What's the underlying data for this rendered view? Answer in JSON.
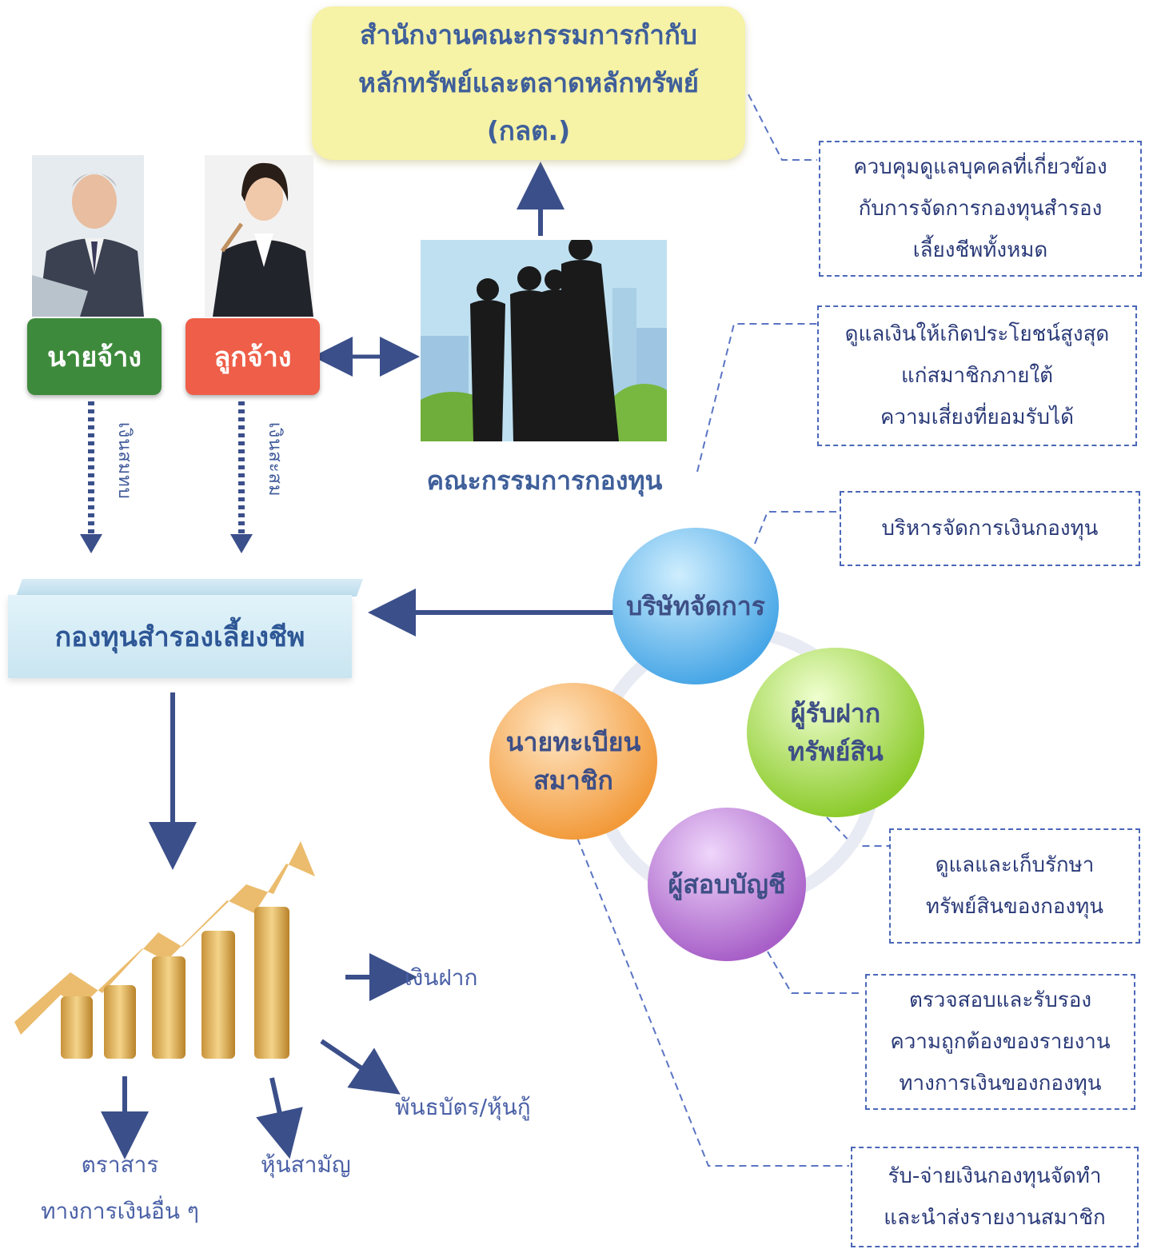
{
  "sec": {
    "line1": "สำนักงานคณะกรรมการกำกับ",
    "line2": "หลักทรัพย์และตลาดหลักทรัพย์",
    "line3": "(กลต.)"
  },
  "notes": {
    "sec_role": [
      "ควบคุมดูแลบุคคลที่เกี่ยวข้อง",
      "กับการจัดการกองทุนสำรอง",
      "เลี้ยงชีพทั้งหมด"
    ],
    "committee_role": [
      "ดูแลเงินให้เกิดประโยชน์สูงสุด",
      "แก่สมาชิกภายใต้",
      "ความเสี่ยงที่ยอมรับได้"
    ],
    "manager_role": [
      "บริหารจัดการเงินกองทุน"
    ],
    "custodian_role": [
      "ดูแลและเก็บรักษา",
      "ทรัพย์สินของกองทุน"
    ],
    "auditor_role": [
      "ตรวจสอบและรับรอง",
      "ความถูกต้องของรายงาน",
      "ทางการเงินของกองทุน"
    ],
    "registrar_role": [
      "รับ-จ่ายเงินกองทุนจัดทำ",
      "และนำส่งรายงานสมาชิก"
    ]
  },
  "employer": {
    "label": "นายจ้าง",
    "flow": "เงินสมทบ",
    "color": "#3e8a3c"
  },
  "employee": {
    "label": "ลูกจ้าง",
    "flow": "เงินสะสม",
    "color": "#ee5e48"
  },
  "committee": {
    "label": "คณะกรรมการกองทุน"
  },
  "fund": {
    "label": "กองทุนสำรองเลี้ยงชีพ"
  },
  "circles": {
    "manager": {
      "label": "บริษัทจัดการ",
      "color": "#47a6e6"
    },
    "custodian": {
      "line1": "ผู้รับฝาก",
      "line2": "ทรัพย์สิน",
      "color": "#8ccb2c"
    },
    "registrar": {
      "line1": "นายทะเบียน",
      "line2": "สมาชิก",
      "color": "#f29a3a"
    },
    "auditor": {
      "label": "ผู้สอบบัญชี",
      "color": "#a860c8"
    }
  },
  "investments": {
    "deposit": "เงินฝาก",
    "bonds": "พันธบัตร/หุ้นกู้",
    "stocks": "หุ้นสามัญ",
    "other_line1": "ตราสาร",
    "other_line2": "ทางการเงินอื่น ๆ"
  }
}
